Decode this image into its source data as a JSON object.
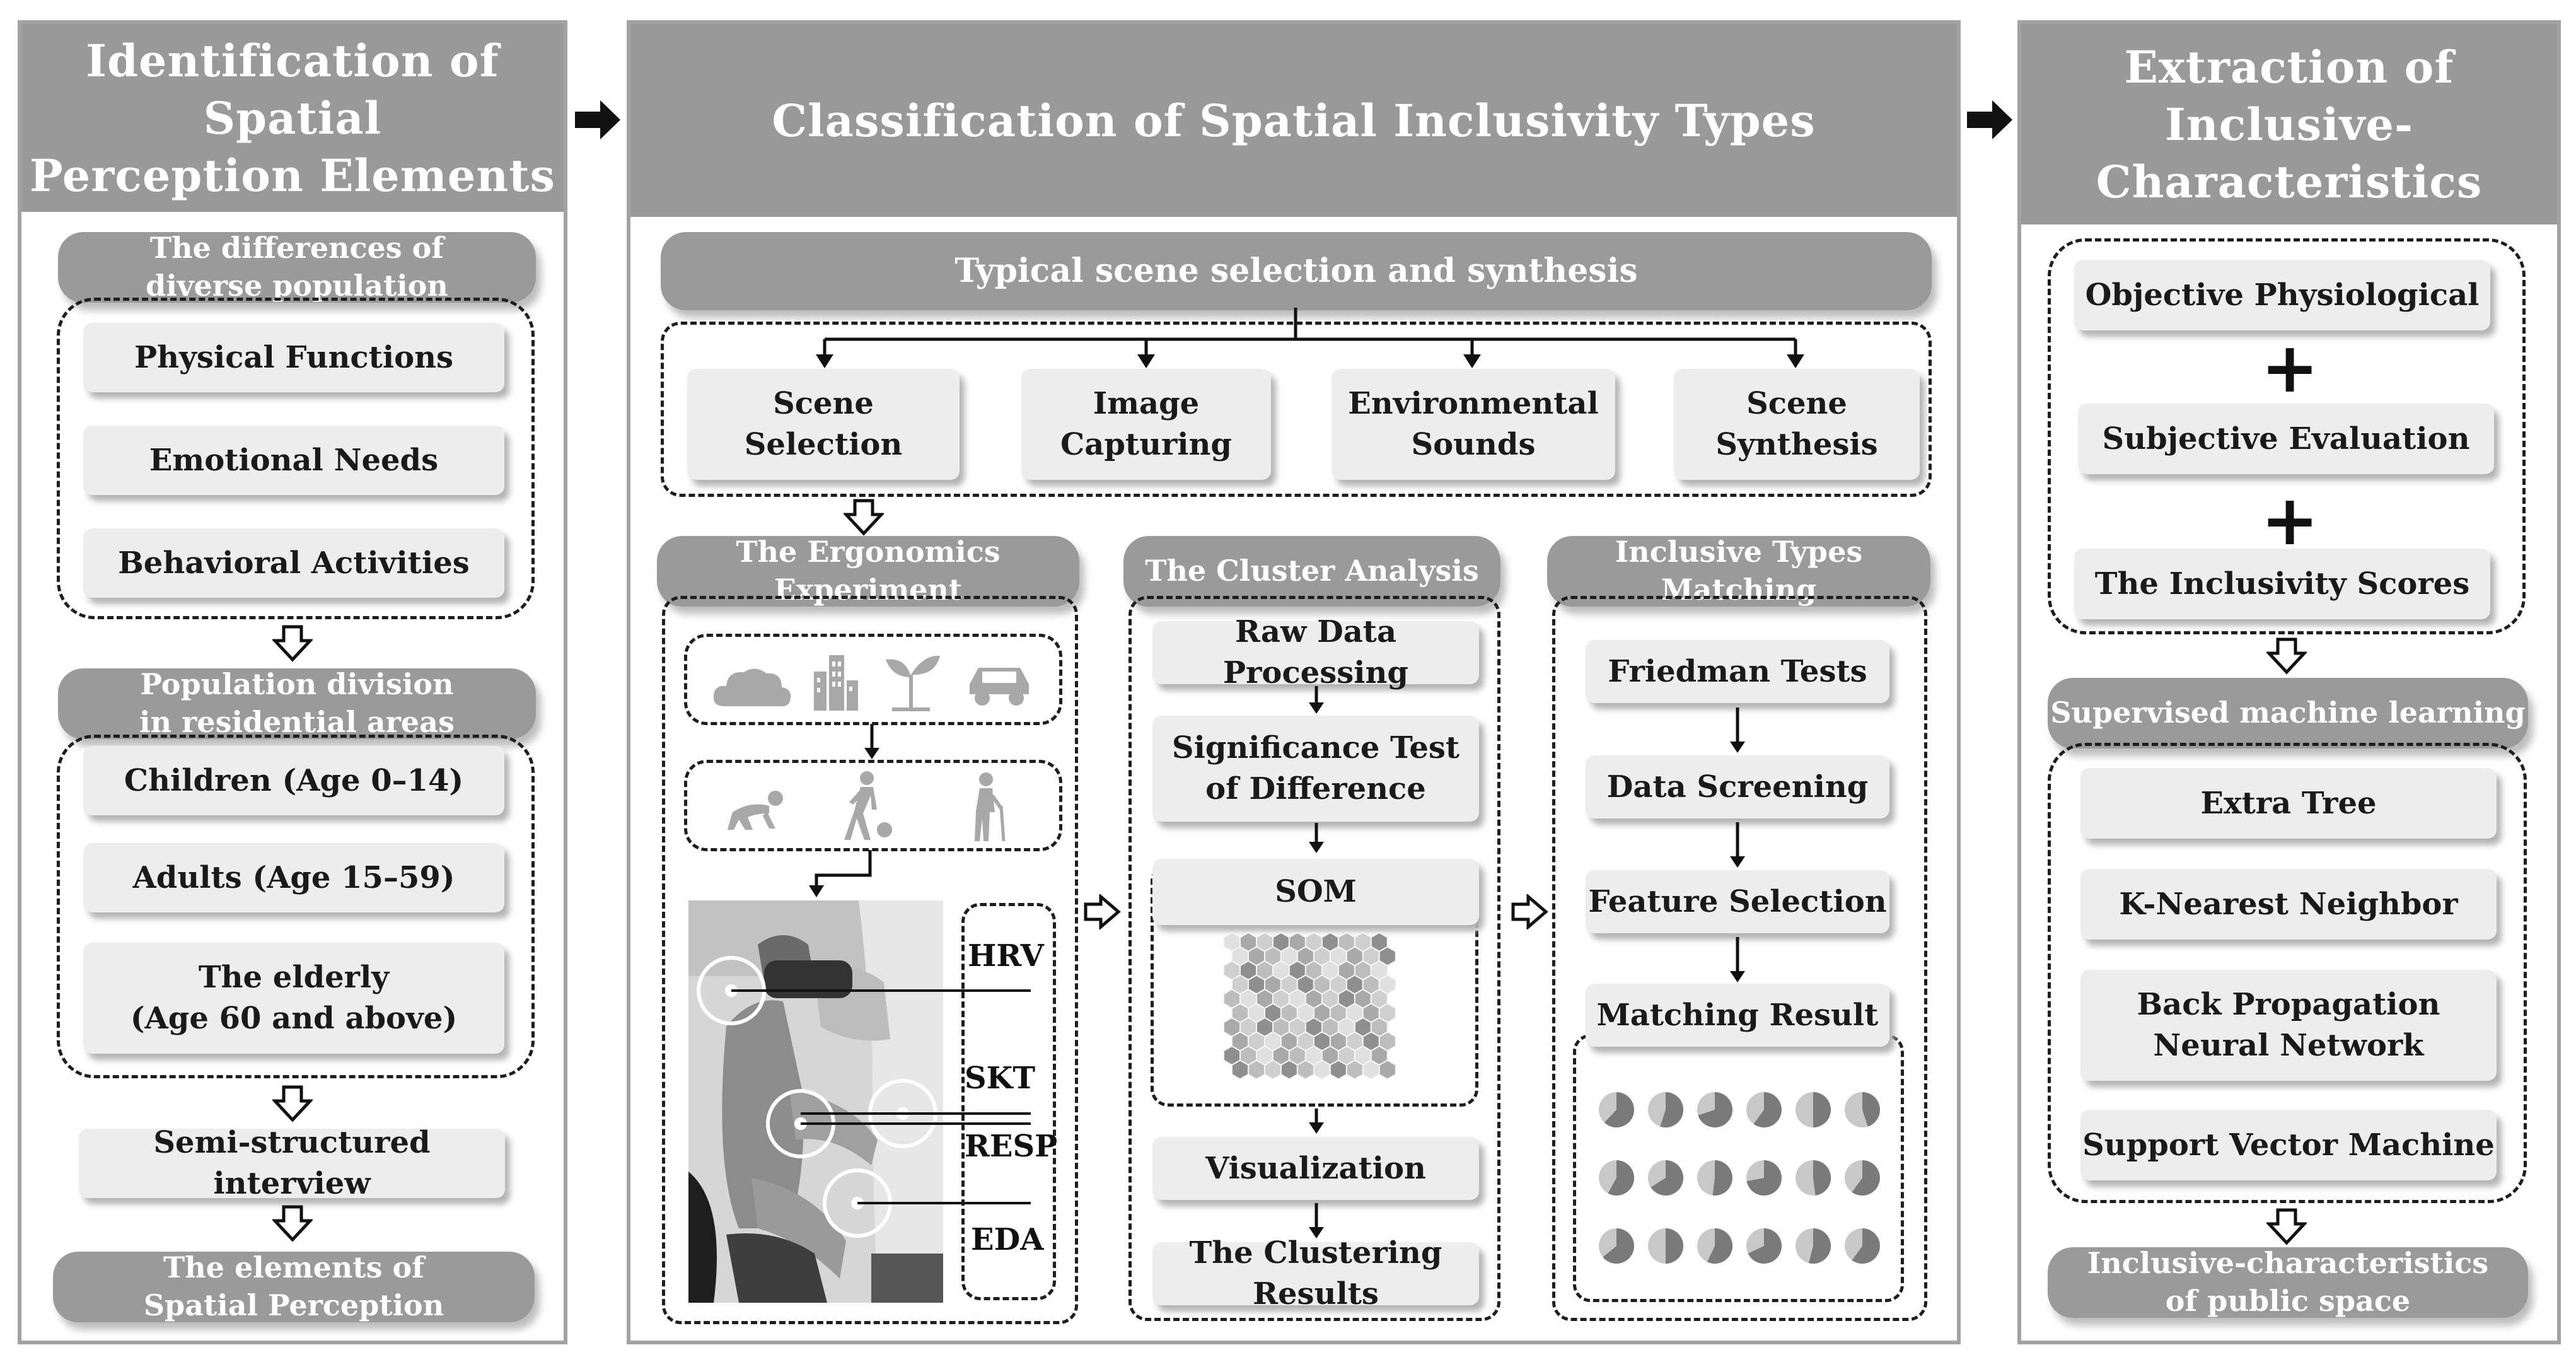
{
  "column1": {
    "header": "Identification of Spatial\nPerception Elements",
    "pill1": "The differences of\ndiverse population",
    "items1": [
      "Physical Functions",
      "Emotional Needs",
      "Behavioral Activities"
    ],
    "pill2": "Population division\nin residential areas",
    "items2": [
      "Children (Age 0–14)",
      "Adults (Age 15–59)",
      "The elderly\n(Age 60 and above)"
    ],
    "interview": "Semi-structured interview",
    "pill3": "The elements of\nSpatial Perception"
  },
  "column2": {
    "header": "Classification of Spatial Inclusivity Types",
    "scene_pill": "Typical scene selection and synthesis",
    "scene_items": [
      "Scene\nSelection",
      "Image\nCapturing",
      "Environmental\nSounds",
      "Scene\nSynthesis"
    ],
    "ergonomics": {
      "title": "The Ergonomics Experiment",
      "environment_icons": [
        "cloud-icon",
        "buildings-icon",
        "plant-icon",
        "car-icon"
      ],
      "people_icons": [
        "crawling-baby-icon",
        "adult-walking-icon",
        "elderly-with-cane-icon"
      ],
      "signals": [
        "HRV",
        "SKT",
        "RESP",
        "EDA"
      ]
    },
    "cluster": {
      "title": "The Cluster Analysis",
      "steps": [
        "Raw Data Processing",
        "Significance Test\nof Difference",
        "SOM"
      ],
      "after": [
        "Visualization",
        "The Clustering Results"
      ]
    },
    "matching": {
      "title": "Inclusive Types Matching",
      "steps": [
        "Friedman Tests",
        "Data Screening",
        "Feature Selection",
        "Matching Result"
      ]
    }
  },
  "column3": {
    "header": "Extraction of  Inclusive-\nCharacteristics",
    "items1": [
      "Objective Physiological",
      "Subjective Evaluation",
      "The Inclusivity Scores"
    ],
    "plus": "+",
    "pill": "Supervised machine learning",
    "items2": [
      "Extra Tree",
      "K-Nearest Neighbor",
      "Back Propagation\nNeural Network",
      "Support Vector Machine"
    ],
    "final": "Inclusive-characteristics\nof public space"
  },
  "colors": {
    "header_bg": "#999999",
    "pill_bg": "#9a9a9a",
    "box_bg": "#ededed",
    "border": "#a2a2a2"
  }
}
